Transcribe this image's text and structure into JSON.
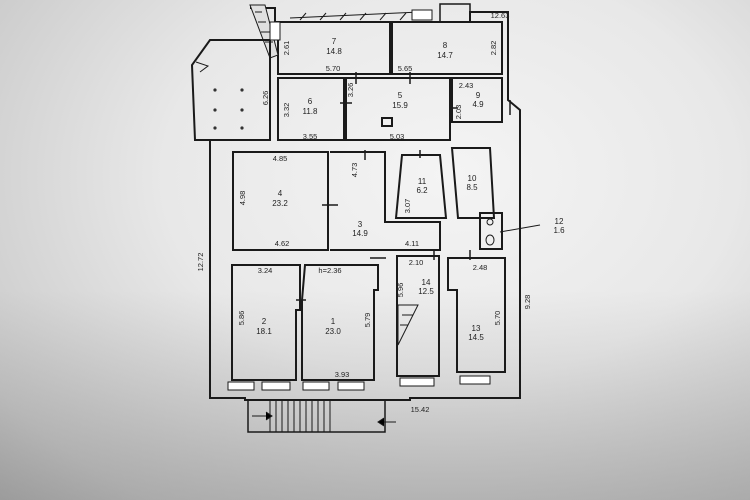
{
  "rooms": [
    {
      "id": "1",
      "area": "23.0"
    },
    {
      "id": "2",
      "area": "18.1"
    },
    {
      "id": "3",
      "area": "14.9"
    },
    {
      "id": "4",
      "area": "23.2"
    },
    {
      "id": "5",
      "area": "15.9"
    },
    {
      "id": "6",
      "area": "11.8"
    },
    {
      "id": "7",
      "area": "14.8"
    },
    {
      "id": "8",
      "area": "14.7"
    },
    {
      "id": "9",
      "area": "4.9"
    },
    {
      "id": "10",
      "area": "8.5"
    },
    {
      "id": "11",
      "area": "6.2"
    },
    {
      "id": "12",
      "area": "1.6"
    },
    {
      "id": "13",
      "area": "14.5"
    },
    {
      "id": "14",
      "area": "12.5"
    }
  ],
  "dimensions": {
    "overall_width_top": "12.63",
    "overall_width_bottom": "15.42",
    "left_height": "12.72",
    "right_height": "9.28",
    "d_2_61": "2.61",
    "d_2_82": "2.82",
    "d_5_70": "5.70",
    "d_5_65": "5.65",
    "d_6_26": "6.26",
    "d_3_32": "3.32",
    "d_3_26": "3.26",
    "d_2_43": "2.43",
    "d_2_03": "2.03",
    "d_3_55": "3.55",
    "d_5_03": "5.03",
    "d_4_85": "4.85",
    "d_4_73": "4.73",
    "d_4_98": "4.98",
    "d_3_07": "3.07",
    "d_4_62": "4.62",
    "d_4_11": "4.11",
    "d_3_24": "3.24",
    "ceiling": "h=2.36",
    "d_2_10": "2.10",
    "d_2_48": "2.48",
    "d_5_96": "5.96",
    "d_5_86": "5.86",
    "d_5_79": "5.79",
    "d_5_70b": "5.70",
    "d_3_93": "3.93"
  }
}
